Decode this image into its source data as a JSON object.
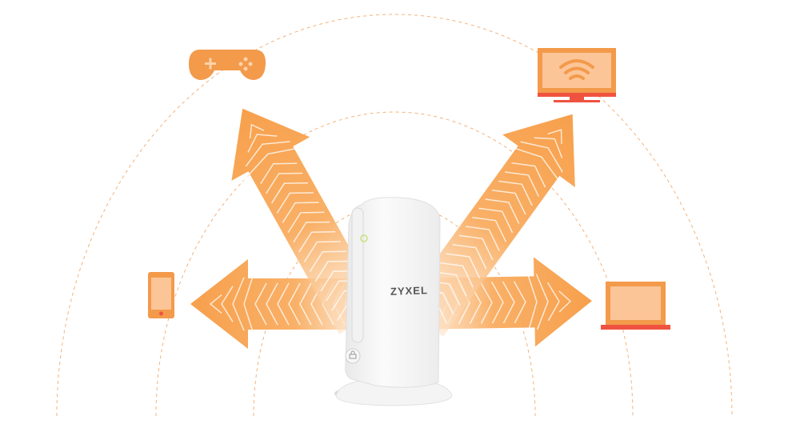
{
  "router": {
    "brand": "ZYXEL"
  },
  "colors": {
    "orange": "#f39a4b",
    "orange_light": "#fbc89a",
    "red": "#ef5340",
    "dash": "#f4b27a"
  },
  "devices": [
    {
      "name": "gamepad",
      "icon": "gamepad-icon"
    },
    {
      "name": "smart-tv",
      "icon": "tv-wifi-icon"
    },
    {
      "name": "phone",
      "icon": "phone-icon"
    },
    {
      "name": "laptop",
      "icon": "laptop-icon"
    }
  ]
}
